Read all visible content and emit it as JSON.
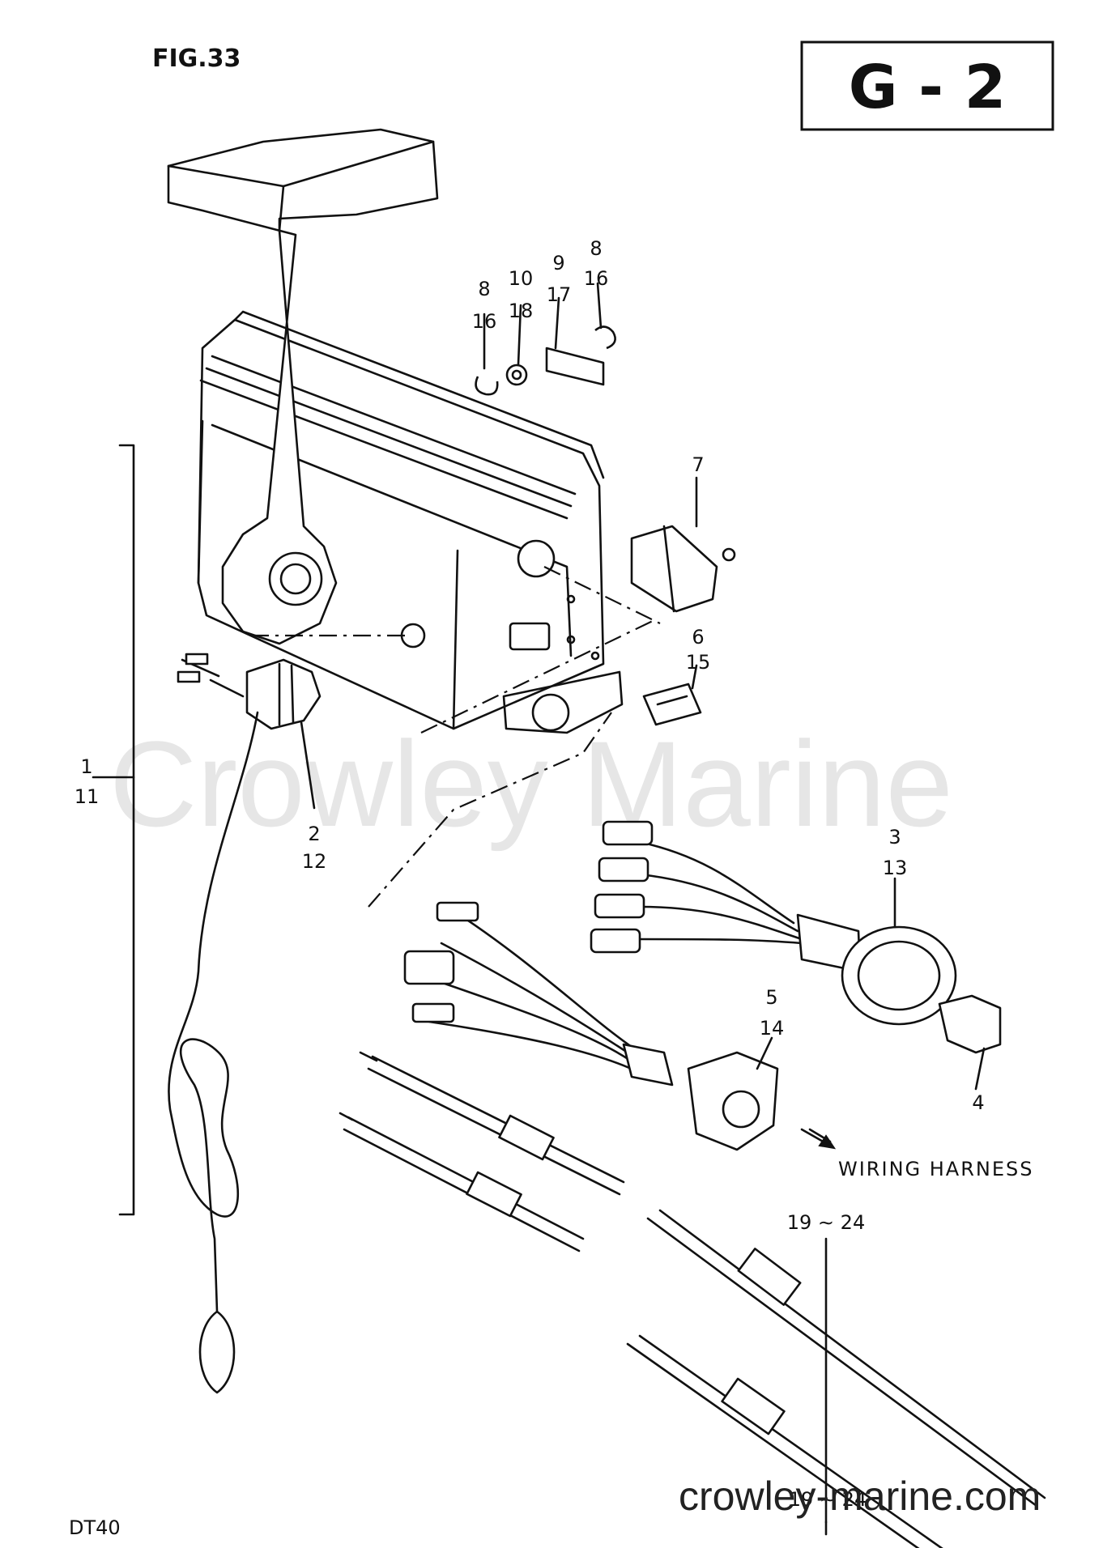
{
  "header": {
    "figure_label": "FIG.33",
    "section_code": "G - 2"
  },
  "footer": {
    "model": "DT40"
  },
  "watermarks": {
    "center": "Crowley Marine",
    "bottom": "crowley-marine.com"
  },
  "callouts": {
    "c_8_16_left": [
      "8",
      "16"
    ],
    "c_10_18": [
      "10",
      "18"
    ],
    "c_9_17": [
      "9",
      "17"
    ],
    "c_8_16_right": [
      "8",
      "16"
    ],
    "c_7": [
      "7"
    ],
    "c_6_15": [
      "6",
      "15"
    ],
    "c_1_11": [
      "1",
      "11"
    ],
    "c_2_12": [
      "2",
      "12"
    ],
    "c_3_13": [
      "3",
      "13"
    ],
    "c_5_14": [
      "5",
      "14"
    ],
    "c_4": [
      "4"
    ],
    "c_19_24_top": [
      "19 ∼ 24"
    ],
    "c_19_24_bottom": [
      "19 ∼ 24"
    ]
  },
  "annotations": {
    "wiring_harness": "WIRING HARNESS"
  }
}
